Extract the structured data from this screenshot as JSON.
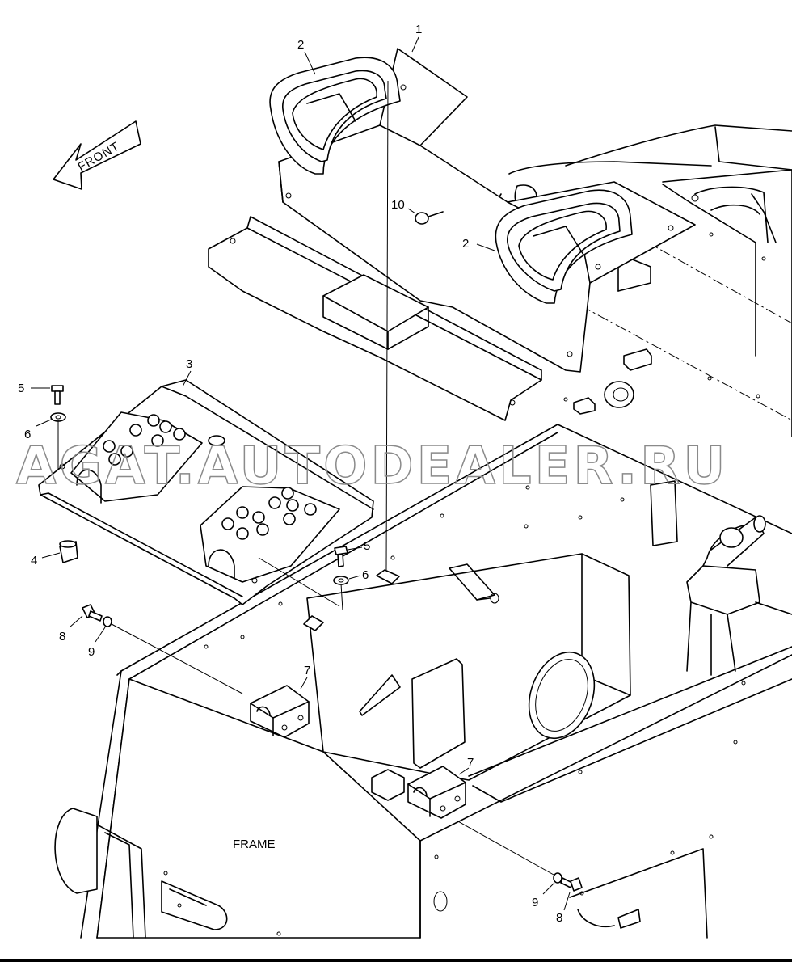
{
  "direction_label": "FRONT",
  "frame_label": "FRAME",
  "watermark": "AGAT.AUTODEALER.RU",
  "callouts": {
    "c1": "1",
    "c2a": "2",
    "c2b": "2",
    "c3": "3",
    "c4": "4",
    "c5a": "5",
    "c5b": "5",
    "c6a": "6",
    "c6b": "6",
    "c7a": "7",
    "c7b": "7",
    "c8a": "8",
    "c8b": "8",
    "c9a": "9",
    "c9b": "9",
    "c10": "10"
  }
}
